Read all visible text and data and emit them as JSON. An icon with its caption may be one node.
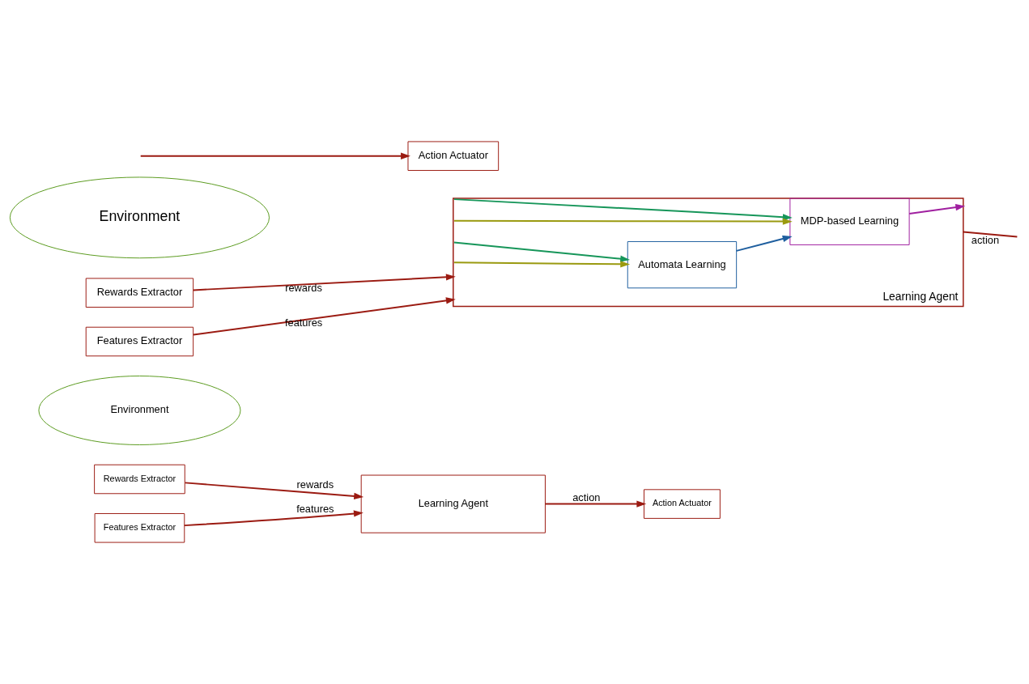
{
  "diagram": {
    "nodes": [
      {
        "text": [
          "Learning Agent"
        ]
      },
      {
        "text": [
          "Environment"
        ]
      },
      {
        "text": [
          "Rewards Extractor"
        ]
      },
      {
        "text": [
          "Features Extractor"
        ]
      },
      {
        "text": [
          "Action Actuator"
        ]
      },
      {
        "text": [
          "Learning Agent"
        ]
      },
      {
        "text": [
          "Automata Learning"
        ],
        "in": 5
      },
      {
        "text": [
          "MDP-based Learning"
        ],
        "in": 5
      },
      {
        "text": [
          "Environment"
        ]
      },
      {
        "text": [
          "Rewards Extractor"
        ]
      },
      {
        "text": [
          "Features Extractor"
        ]
      },
      {
        "text": [
          "Action Actuator"
        ]
      }
    ],
    "edges": [
      {
        "from": 3,
        "to": 0,
        "arrow": "to",
        "label": "features"
      },
      {
        "from": 0,
        "to": 4,
        "arrow": "to",
        "label": "action"
      },
      {
        "from": 2,
        "to": 0,
        "arrow": "to",
        "label": "rewards"
      },
      {
        "from": 10,
        "to": 5,
        "arrow": "to",
        "label": "features"
      },
      {
        "from": 5,
        "to": 6,
        "arrow": "to",
        "color": "#17965a"
      },
      {
        "from": 5,
        "to": 7,
        "arrow": "to",
        "color": "#17965a"
      },
      {
        "from": 6,
        "to": 7,
        "arrow": "to",
        "color": "#1f5f9f"
      },
      {
        "from": 9,
        "to": 5,
        "arrow": "to",
        "label": "rewards"
      },
      {
        "from": 5,
        "to": 6,
        "arrow": "to",
        "color": "#9a9a10"
      },
      {
        "from": 5,
        "to": 7,
        "arrow": "to",
        "color": "#9a9a10"
      },
      {
        "from": 7,
        "to": 5,
        "arrow": "to",
        "color": "#a020a0"
      },
      {
        "from": 5,
        "to": null,
        "arrow": "none",
        "label": "action"
      },
      {
        "from": null,
        "to": 11,
        "arrow": "to"
      }
    ]
  }
}
